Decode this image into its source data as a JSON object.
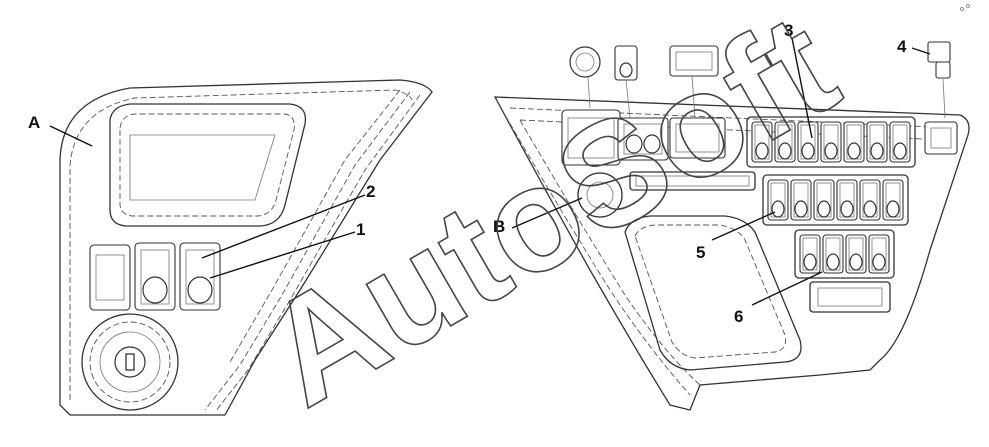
{
  "watermark": {
    "text": "AutoSoft"
  },
  "callouts": {
    "a": "A",
    "b": "B",
    "n1": "1",
    "n2": "2",
    "n3": "3",
    "n4": "4",
    "n5": "5",
    "n6": "6"
  }
}
